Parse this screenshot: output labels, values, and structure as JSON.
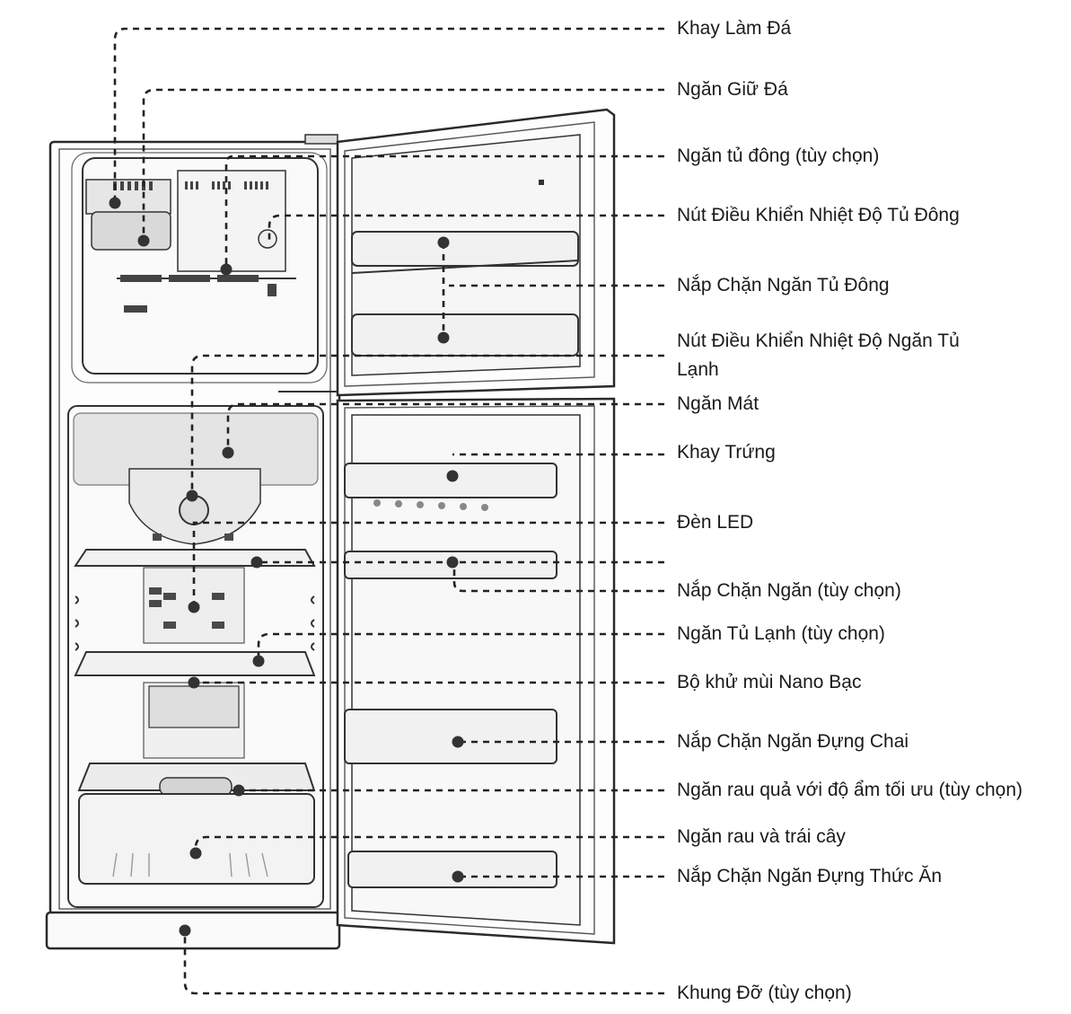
{
  "labels": [
    {
      "id": "ice-tray",
      "text": "Khay Làm Đá"
    },
    {
      "id": "ice-bin",
      "text": "Ngăn Giữ Đá"
    },
    {
      "id": "freezer-shelf",
      "text": "Ngăn tủ đông (tùy chọn)"
    },
    {
      "id": "freezer-temp-knob",
      "text": "Nút Điều Khiển Nhiệt Độ Tủ Đông"
    },
    {
      "id": "freezer-door-guard",
      "text": "Nắp Chặn Ngăn Tủ Đông"
    },
    {
      "id": "fridge-temp-knob",
      "text": "Nút Điều Khiển Nhiệt Độ Ngăn Tủ Lạnh"
    },
    {
      "id": "chiller",
      "text": "Ngăn Mát"
    },
    {
      "id": "egg-tray",
      "text": "Khay Trứng"
    },
    {
      "id": "led-light",
      "text": "Đèn LED"
    },
    {
      "id": "door-guard",
      "text": "Nắp Chặn Ngăn (tùy chọn)"
    },
    {
      "id": "fridge-shelf",
      "text": "Ngăn Tủ Lạnh (tùy chọn)"
    },
    {
      "id": "nano-silver-deodorizer",
      "text": "Bộ khử mùi Nano Bạc"
    },
    {
      "id": "bottle-guard",
      "text": "Nắp Chặn Ngăn Đựng Chai"
    },
    {
      "id": "humidity-crisper",
      "text": "Ngăn rau quả với độ ẩm tối ưu (tùy chọn)"
    },
    {
      "id": "vegetable-box",
      "text": "Ngăn rau và trái cây"
    },
    {
      "id": "food-guard",
      "text": "Nắp Chặn Ngăn Đựng Thức Ăn"
    },
    {
      "id": "support-frame",
      "text": "Khung Đỡ (tùy chọn)"
    }
  ]
}
